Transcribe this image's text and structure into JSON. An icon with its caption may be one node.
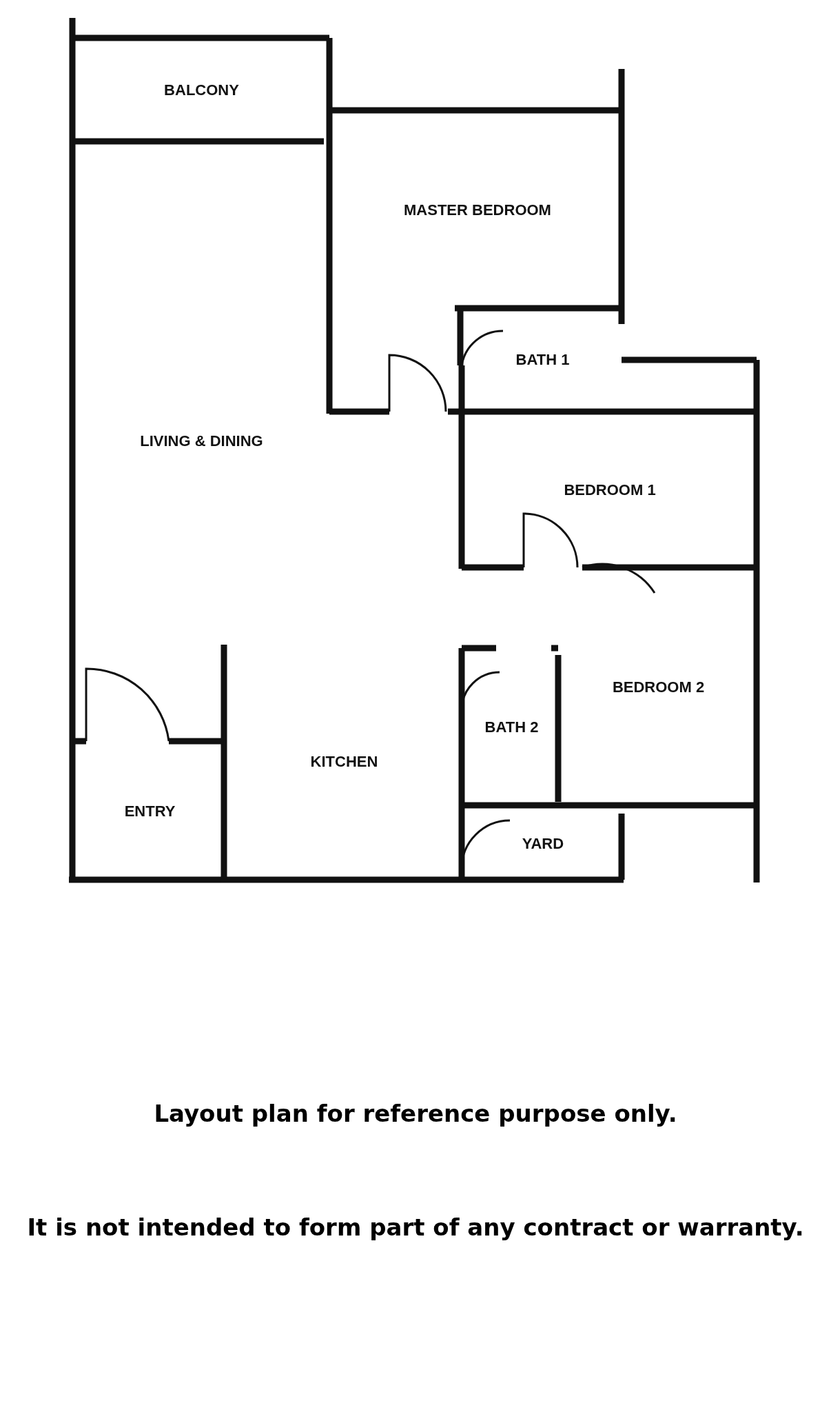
{
  "diagram": {
    "nodes": [
      {
        "text": [
          "BALCONY"
        ]
      },
      {
        "text": [
          "MASTER BEDROOM"
        ]
      },
      {
        "text": [
          "BATH 1"
        ]
      },
      {
        "text": [
          "LIVING & DINING"
        ]
      },
      {
        "text": [
          "BEDROOM 1"
        ]
      },
      {
        "text": [
          "BATH 2"
        ]
      },
      {
        "text": [
          "BEDROOM 2"
        ]
      },
      {
        "text": [
          "ENTRY"
        ]
      },
      {
        "text": [
          "KITCHEN"
        ]
      },
      {
        "text": [
          "YARD"
        ]
      }
    ],
    "edges": [],
    "labels": [
      "Layout plan for reference purpose only.",
      "It is not intended to form part of any contract or warranty."
    ]
  }
}
